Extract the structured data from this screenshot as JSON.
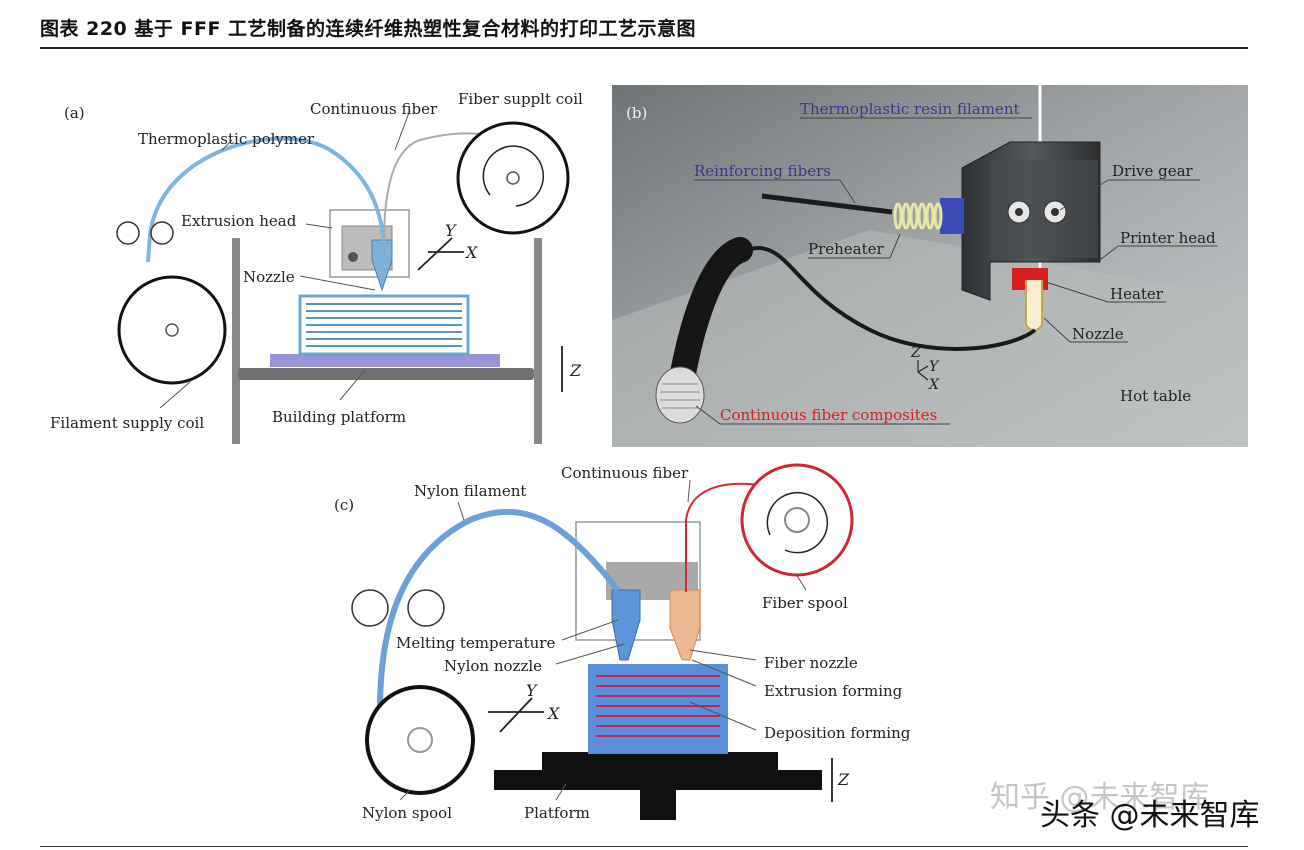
{
  "header": {
    "title": "图表 220 基于 FFF 工艺制备的连续纤维热塑性复合材料的打印工艺示意图"
  },
  "panel_a": {
    "tag": "(a)",
    "continuous_fiber": "Continuous fiber",
    "fiber_coil": "Fiber supplt coil",
    "thermoplastic": "Thermoplastic polymer",
    "extrusion_head": "Extrusion head",
    "nozzle": "Nozzle",
    "filament_coil": "Filament supply coil",
    "platform": "Building platform",
    "ax_x": "X",
    "ax_y": "Y",
    "ax_z": "Z"
  },
  "panel_b": {
    "tag": "(b)",
    "resin": "Thermoplastic resin filament",
    "reinforcing": "Reinforcing fibers",
    "drive_gear": "Drive gear",
    "preheater": "Preheater",
    "printer_head": "Printer head",
    "heater": "Heater",
    "nozzle": "Nozzle",
    "hot_table": "Hot table",
    "composites": "Continuous fiber composites",
    "ax_x": "X",
    "ax_y": "Y",
    "ax_z": "Z"
  },
  "panel_c": {
    "tag": "(c)",
    "continuous_fiber": "Continuous fiber",
    "nylon_filament": "Nylon filament",
    "fiber_spool": "Fiber spool",
    "melting": "Melting temperature",
    "nylon_nozzle": "Nylon nozzle",
    "fiber_nozzle": "Fiber nozzle",
    "extrusion_forming": "Extrusion forming",
    "deposition_forming": "Deposition forming",
    "nylon_spool": "Nylon spool",
    "platform": "Platform",
    "ax_x": "X",
    "ax_y": "Y",
    "ax_z": "Z"
  },
  "watermark": {
    "line1": "知乎 @未来智库",
    "line2": "头条 @未来智库"
  },
  "colors": {
    "filament_blue": "#7fb4dc",
    "fiber_red": "#d02a35",
    "stack_blue": "#4a7fd0",
    "panel_b_bg": "#8d9295"
  }
}
